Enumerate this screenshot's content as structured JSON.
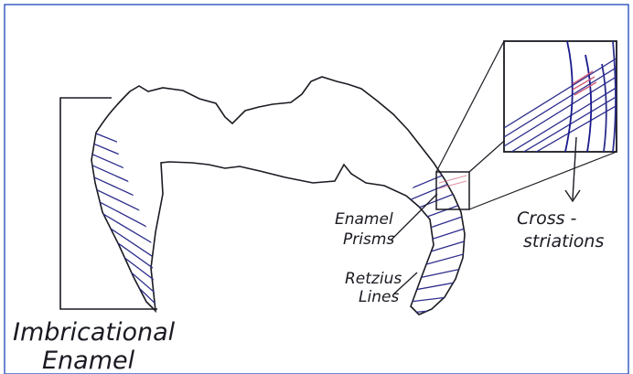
{
  "labels": {
    "imbricational": "Imbricational",
    "enamel_big": "Enamel",
    "enamel_prisms_1": "Enamel",
    "enamel_prisms_2": "Prisms",
    "retzius_1": "Retzius",
    "retzius_2": "Lines",
    "cross_1": "Cross -",
    "cross_2": "striations"
  },
  "colors": {
    "frame": "#3b5fc4",
    "ink": "#1a1a22",
    "hatch": "#2d2e8c",
    "highlight": "#d05a78"
  }
}
